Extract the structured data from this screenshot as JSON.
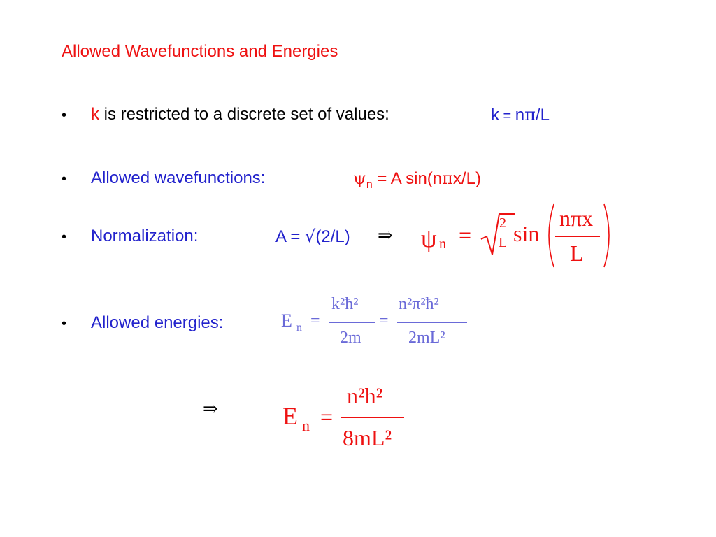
{
  "title": "Allowed Wavefunctions and Energies",
  "bullet_glyph": "•",
  "bullet1": {
    "k": "k",
    "text": " is restricted to a discrete set of values:",
    "formula_k": "k",
    "formula_eq": " = ",
    "formula_n": "n",
    "formula_pi": "π",
    "formula_rest": "/L"
  },
  "bullet2": {
    "label": "Allowed wavefunctions:",
    "psi": "ψ",
    "n": "n",
    "formula": " = A sin(n",
    "pi": "π",
    "formula_end": "x/L)"
  },
  "bullet3": {
    "label": "Normalization:",
    "formula_a": "A = ",
    "sqrt": "√",
    "formula_b": "(2/L)",
    "implies": "⇒",
    "psi": "ψ",
    "n": "n",
    "eq": "=",
    "two": "2",
    "L": "L",
    "sin": "sin",
    "num": "nπx",
    "den": "L"
  },
  "bullet4": {
    "label": "Allowed energies:",
    "E": "E",
    "n": "n",
    "eq1": "=",
    "num1": "k²ħ²",
    "den1": "2m",
    "eq2": "=",
    "num2": "n²π²ħ²",
    "den2": "2mL²"
  },
  "final": {
    "implies": "⇒",
    "E": "E",
    "n": "n",
    "eq": "=",
    "num": "n²h²",
    "den": "8mL²"
  },
  "colors": {
    "red": "#ee1111",
    "blue": "#2222cc",
    "black": "#000000"
  }
}
